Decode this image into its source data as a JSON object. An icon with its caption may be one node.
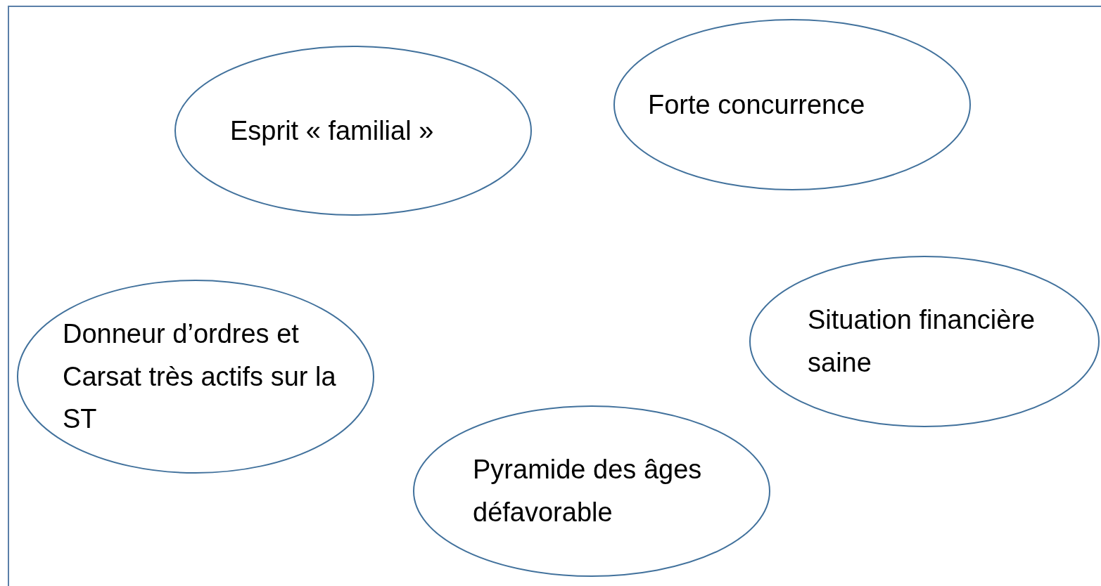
{
  "diagram": {
    "nodes": [
      {
        "text": [
          "Esprit « familial »"
        ]
      },
      {
        "text": [
          "Forte concurrence"
        ]
      },
      {
        "text": [
          "Donneur d’ordres et Carsat très actifs sur la ST"
        ]
      },
      {
        "text": [
          "Situation financière saine"
        ]
      },
      {
        "text": [
          "Pyramide des âges défavorable"
        ]
      }
    ]
  }
}
